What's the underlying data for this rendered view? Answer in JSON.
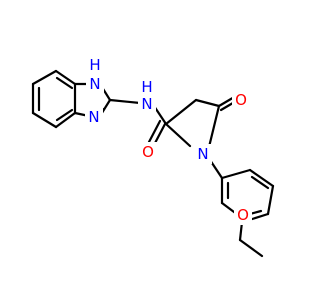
{
  "molecule": {
    "colors": {
      "bond": "#000000",
      "nitrogen": "#0000ff",
      "oxygen": "#ff0000",
      "background": "#ffffff"
    },
    "atom_labels": {
      "imidazole_nh": "H",
      "imidazole_nh_n": "N",
      "imidazole_n": "N",
      "amide_nh": "N",
      "amide_h": "H",
      "amide_o": "O",
      "lactam_o": "O",
      "pyrrolidine_n": "N",
      "methoxy_o": "O"
    }
  }
}
